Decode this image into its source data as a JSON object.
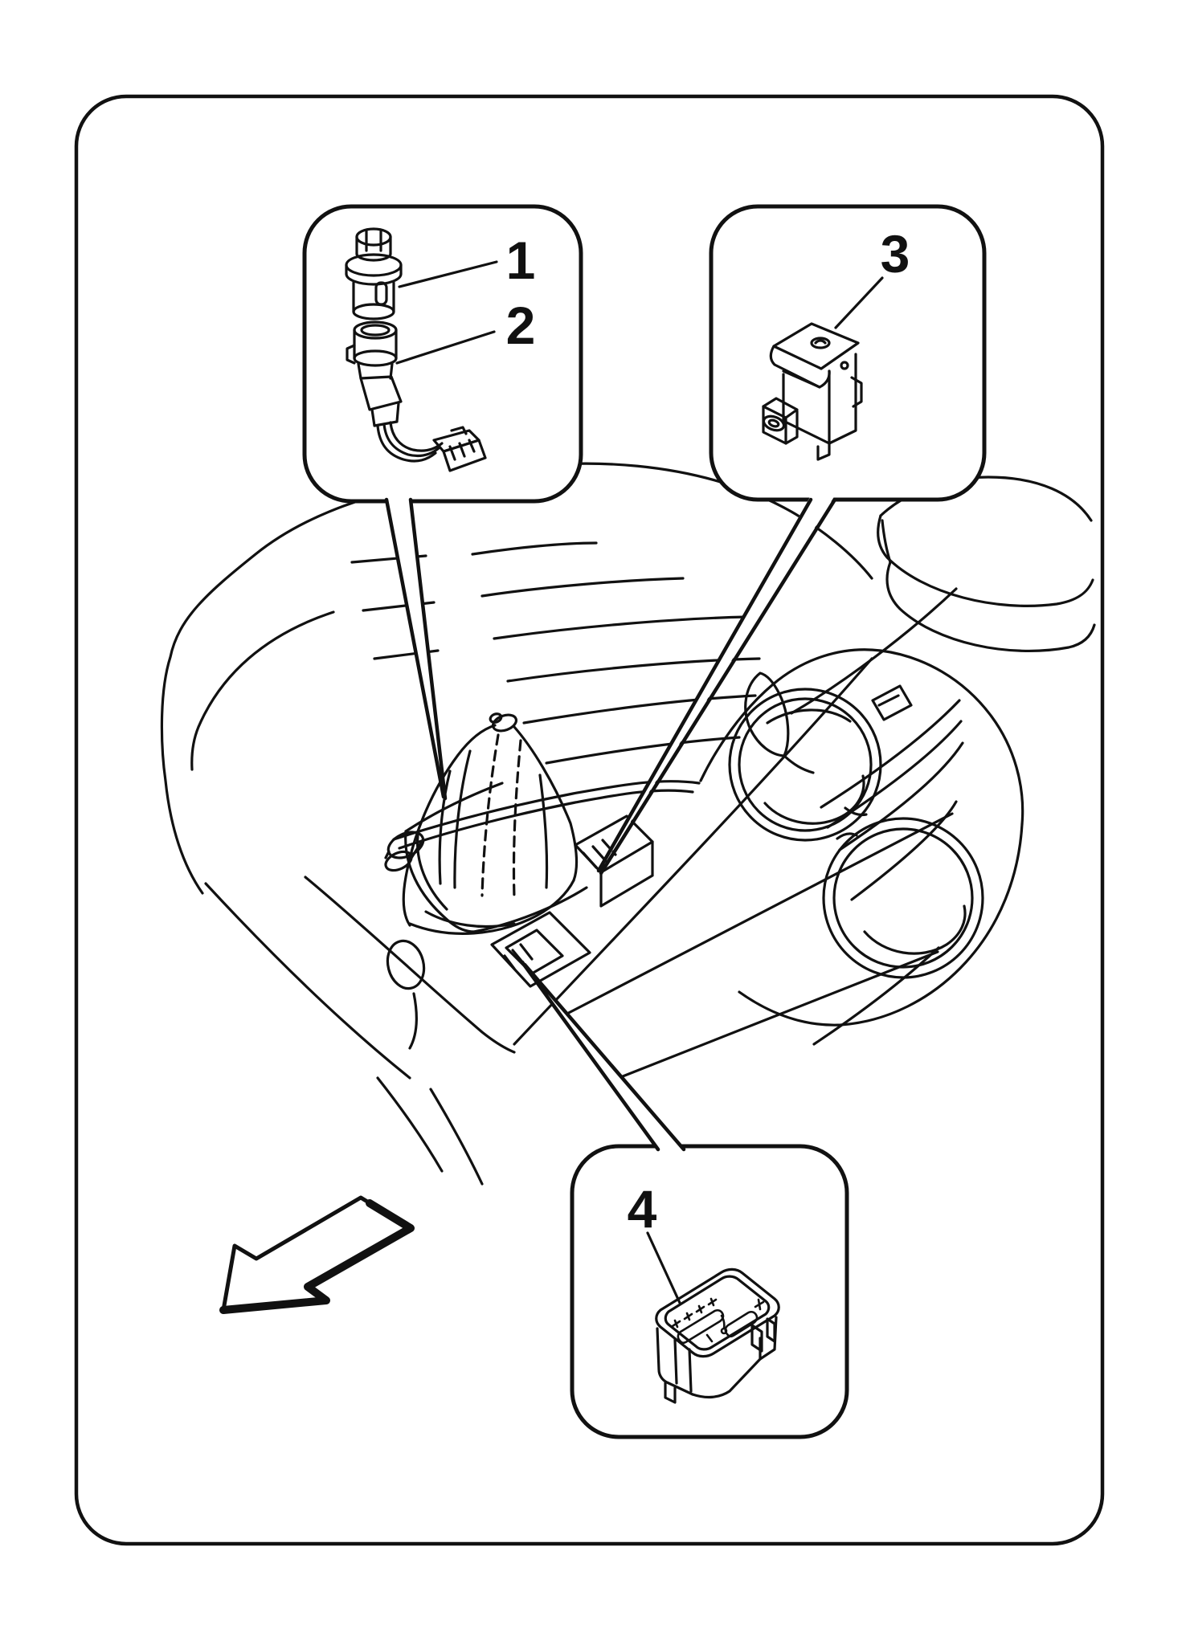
{
  "figure": {
    "kind": "exploded-parts-diagram",
    "background_color": "#ffffff",
    "line_color": "#111111",
    "callout_labels": {
      "part1": "1",
      "part2": "2",
      "part3": "3",
      "part4": "4"
    }
  }
}
